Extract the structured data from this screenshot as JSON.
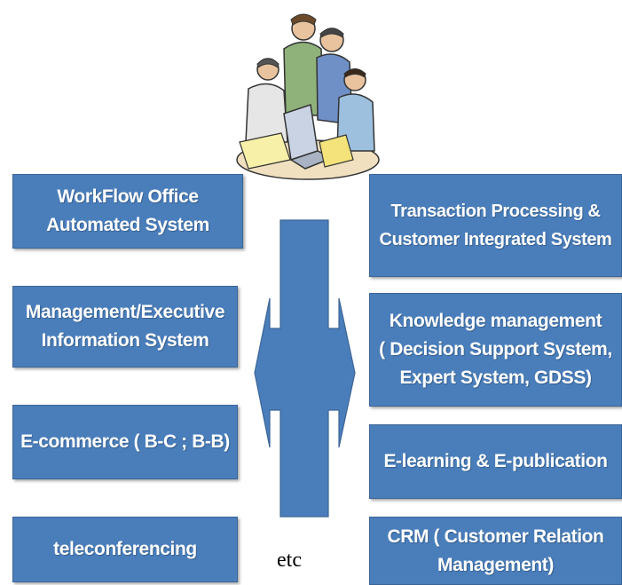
{
  "colors": {
    "box_fill": "#4a7ebb",
    "box_text": "#ffffff",
    "arrow_fill": "#4a7ebb"
  },
  "illustration": {
    "icon": "business-people-at-laptop-illustration"
  },
  "left_boxes": [
    {
      "line1": "WorkFlow Office",
      "line2": "Automated System"
    },
    {
      "line1": "Management/Executive",
      "line2": "Information System"
    },
    {
      "line1": "E-commerce ( B-C ; B-B)"
    },
    {
      "line1": "teleconferencing"
    }
  ],
  "right_boxes": [
    {
      "line1": "Transaction Processing &",
      "line2": "Customer Integrated System"
    },
    {
      "line1": "Knowledge management",
      "line2": "( Decision Support System,",
      "line3": "Expert System, GDSS)"
    },
    {
      "line1": "E-learning & E-publication"
    },
    {
      "line1": "CRM ( Customer Relation",
      "line2": "Management)"
    }
  ],
  "center": {
    "icon": "double-headed-arrow",
    "footer_text": "etc"
  }
}
